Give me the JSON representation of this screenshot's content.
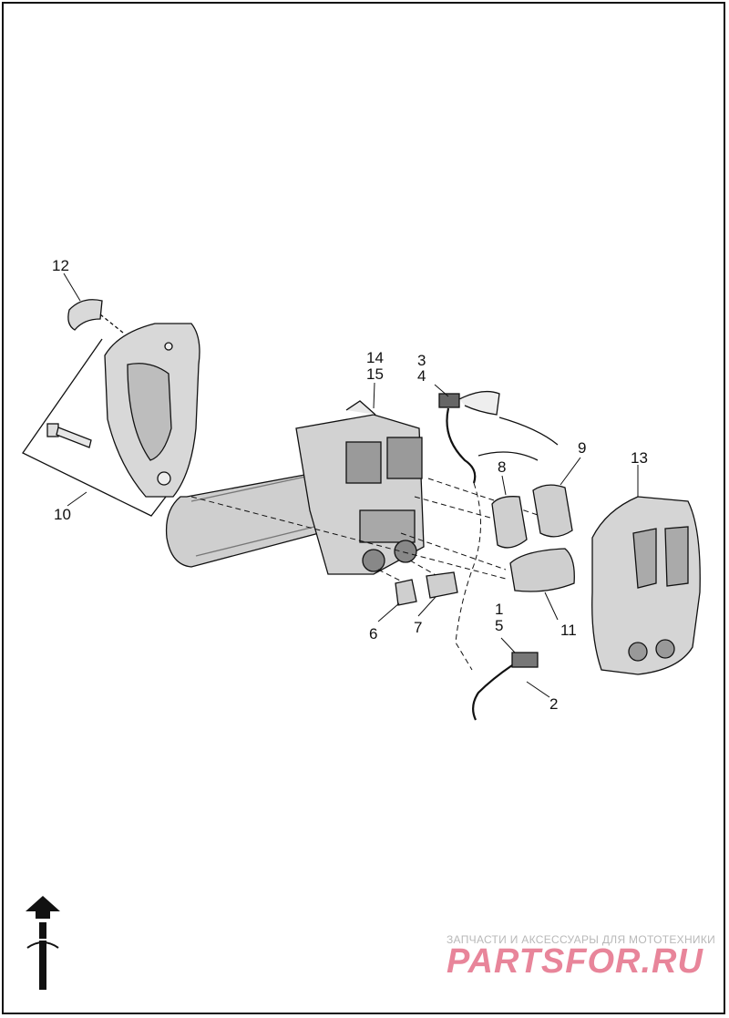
{
  "callouts": {
    "c12": "12",
    "c14": "14",
    "c15": "15",
    "c3": "3",
    "c4": "4",
    "c9": "9",
    "c13": "13",
    "c8": "8",
    "c10": "10",
    "c1": "1",
    "c5": "5",
    "c6": "6",
    "c7": "7",
    "c11": "11",
    "c2": "2"
  },
  "watermark": {
    "tagline": "ЗАПЧАСТИ И АКСЕССУАРЫ ДЛЯ МОТОТЕХНИКИ",
    "brand": "PARTSFOR.RU",
    "brand_color": "#e8859a"
  },
  "icons": [
    "front-direction-arrow-icon",
    "motorcycle-topview-icon"
  ]
}
